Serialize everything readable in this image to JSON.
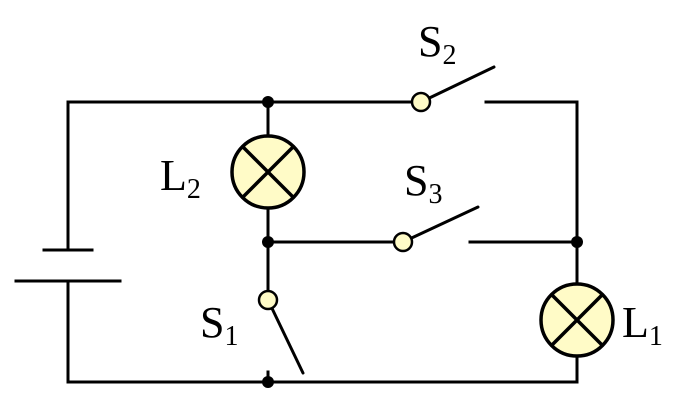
{
  "colors": {
    "wire": "#000000",
    "contact_fill": "#fffbc7",
    "lamp_fill": "#fffbc7"
  },
  "labels": {
    "s1": {
      "letter": "S",
      "index": "1"
    },
    "s2": {
      "letter": "S",
      "index": "2"
    },
    "s3": {
      "letter": "S",
      "index": "3"
    },
    "l1": {
      "letter": "L",
      "index": "1"
    },
    "l2": {
      "letter": "L",
      "index": "2"
    }
  }
}
